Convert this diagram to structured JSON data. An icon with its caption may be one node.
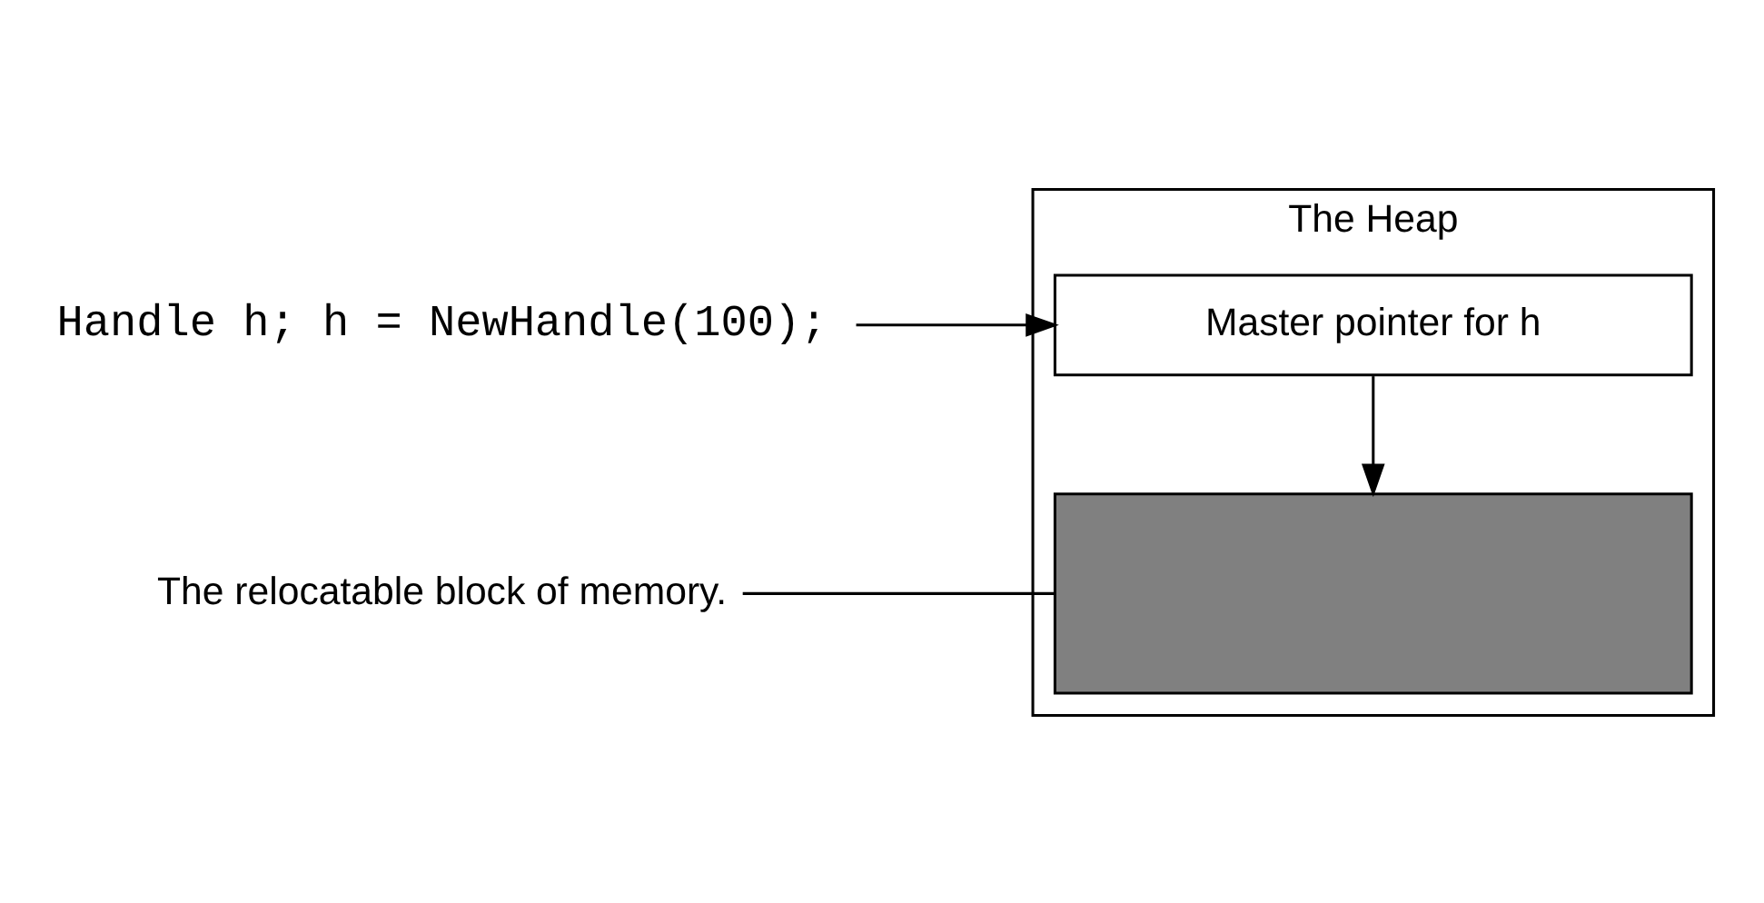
{
  "diagram": {
    "nodes": [
      {
        "text": [
          "Handle h; h = NewHandle(100);"
        ]
      },
      {
        "text": [
          "The Heap"
        ]
      },
      {
        "text": [
          "Master pointer for h"
        ],
        "in": 1
      },
      {
        "text": [],
        "shape": "box",
        "in": 1
      },
      {
        "text": [
          "The relocatable block of memory."
        ]
      }
    ],
    "edges": [
      {
        "from": 0,
        "to": 2,
        "arrow": "to"
      },
      {
        "from": 2,
        "to": 3,
        "arrow": "to"
      },
      {
        "from": 4,
        "to": 3,
        "arrow": "none"
      }
    ]
  }
}
